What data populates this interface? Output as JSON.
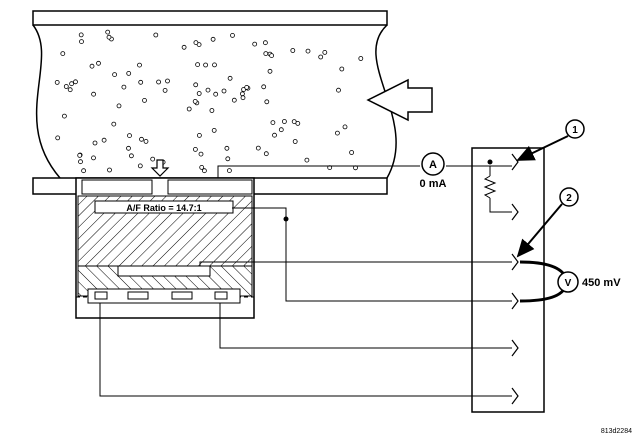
{
  "sensor": {
    "ratio_label": "A/F Ratio = 14.7:1"
  },
  "meters": {
    "ammeter_symbol": "A",
    "current_reading": "0 mA",
    "voltmeter_symbol": "V",
    "voltage_reading": "450 mV"
  },
  "callouts": [
    "1",
    "2"
  ],
  "figure_id": "813d2284",
  "colors": {
    "ink": "#000000",
    "paper": "#ffffff"
  }
}
